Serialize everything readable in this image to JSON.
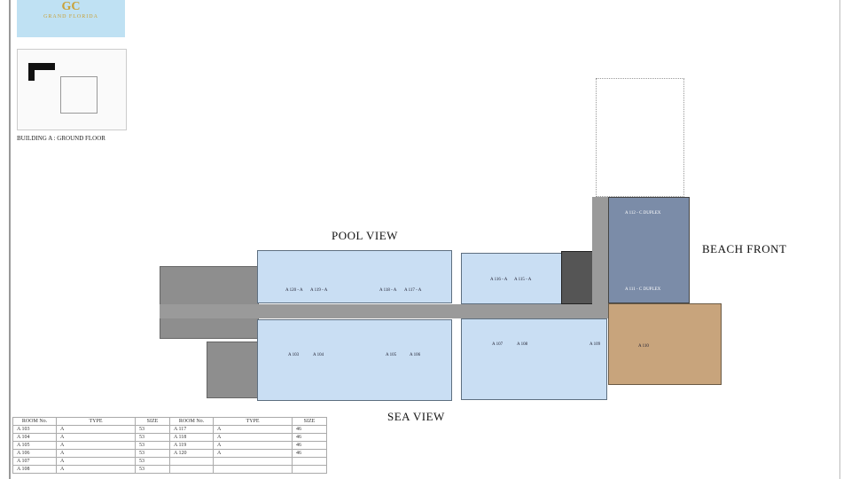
{
  "logo": {
    "mark": "GC",
    "name": "GRAND FLORIDA"
  },
  "key_plan_label": "BUILDING A : GROUND FLOOR",
  "views": {
    "pool": "POOL VIEW",
    "sea": "SEA VIEW",
    "beach": "BEACH FRONT"
  },
  "units": {
    "top_left": [
      "A 120 - A",
      "A 119 - A",
      "A 118 - A",
      "A 117 - A"
    ],
    "bottom_left": [
      "A 103",
      "A 104",
      "A 105",
      "A 106"
    ],
    "top_mid": [
      "A 116 - A",
      "A 115 - A"
    ],
    "bottom_mid": [
      "A 107",
      "A 108",
      "A 109"
    ],
    "duplex": [
      "A 112 - C DUPLEX",
      "A 111 - C DUPLEX"
    ],
    "beige": "A 110"
  },
  "table": {
    "headers": [
      "ROOM No.",
      "TYPE",
      "SIZE",
      "ROOM No.",
      "TYPE",
      "SIZE"
    ],
    "rows": [
      [
        "A 103",
        "A",
        "53",
        "A 117",
        "A",
        "46"
      ],
      [
        "A 104",
        "A",
        "53",
        "A 118",
        "A",
        "46"
      ],
      [
        "A 105",
        "A",
        "53",
        "A 119",
        "A",
        "46"
      ],
      [
        "A 106",
        "A",
        "53",
        "A 120",
        "A",
        "46"
      ],
      [
        "A 107",
        "A",
        "53",
        "",
        "",
        ""
      ],
      [
        "A 108",
        "A",
        "53",
        "",
        "",
        ""
      ]
    ]
  }
}
